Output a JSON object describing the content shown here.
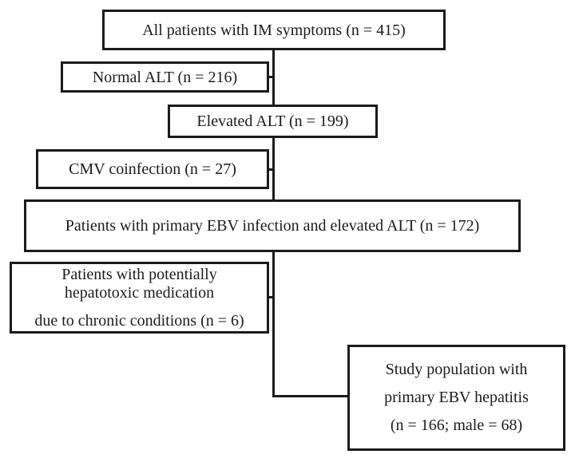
{
  "diagram": {
    "type": "flowchart",
    "background_color": "#ffffff",
    "line_color": "#1b1b1b",
    "nodes": {
      "all_patients": {
        "label": "All patients with IM symptoms (n = 415)",
        "n": 415
      },
      "normal_alt": {
        "label": "Normal ALT (n = 216)",
        "n": 216
      },
      "elevated_alt": {
        "label": "Elevated ALT (n = 199)",
        "n": 199
      },
      "cmv_coinfection": {
        "label": "CMV coinfection (n = 27)",
        "n": 27
      },
      "primary_ebv": {
        "label": "Patients with primary EBV infection and elevated ALT (n = 172)",
        "n": 172
      },
      "hepatotoxic": {
        "lines": {
          "0": "Patients with potentially",
          "1": "hepatotoxic medication",
          "2": "due to chronic conditions (n = 6)"
        },
        "n": 6
      },
      "study_population": {
        "lines": {
          "0": "Study population with",
          "1": "primary EBV hepatitis",
          "2": "(n = 166; male = 68)"
        },
        "n": 166,
        "male": 68
      }
    }
  }
}
